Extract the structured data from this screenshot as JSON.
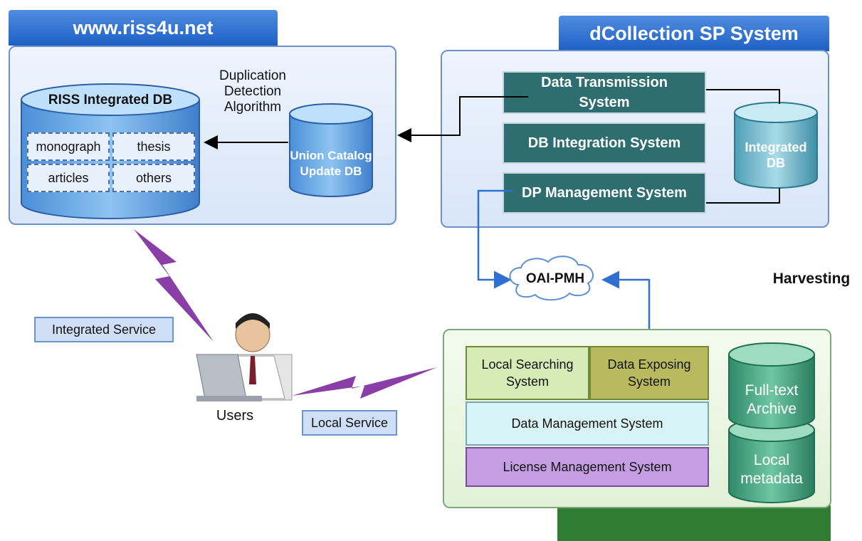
{
  "left_site": {
    "title": "www.riss4u.net",
    "db_title": "RISS Integrated DB",
    "cells": [
      "monograph",
      "thesis",
      "articles",
      "others"
    ],
    "algorithm_label": [
      "Duplication",
      "Detection",
      "Algorithm"
    ],
    "union_db": [
      "Union Catalog",
      "Update DB"
    ]
  },
  "sp_system": {
    "title": "dCollection SP System",
    "boxes": [
      "Data Transmission System",
      "DB Integration System",
      "DP Management System"
    ],
    "integrated_db": [
      "Integrated",
      "DB"
    ]
  },
  "protocol": "OAI-PMH",
  "harvesting_label": "Harvesting",
  "services": {
    "integrated": "Integrated Service",
    "local": "Local Service"
  },
  "users_label": "Users",
  "local_system": {
    "searching": [
      "Local Searching",
      "System"
    ],
    "exposing": [
      "Data Exposing",
      "System"
    ],
    "data_management": "Data Management System",
    "license_management": "License Management System",
    "fulltext_db": [
      "Full-text",
      "Archive"
    ],
    "metadata_db": [
      "Local",
      "metadata"
    ]
  },
  "colors": {
    "tab_blue": "#1e5fc4",
    "dark_teal": "#2e6e70",
    "arrow_blue": "#2f6fd0",
    "lightning_purple": "#8a3fa8",
    "archive_green": "#3f8f6f",
    "footer_green": "#2e7d32"
  }
}
